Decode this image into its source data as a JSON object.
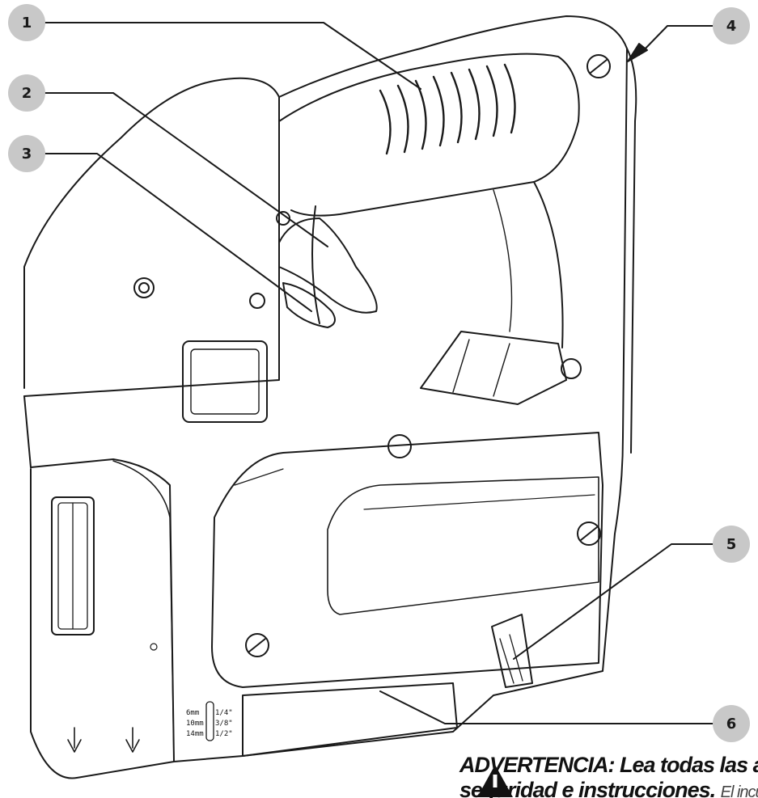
{
  "callouts": [
    "1",
    "2",
    "3",
    "4",
    "5",
    "6"
  ],
  "scale_marking": {
    "metric": [
      "6mm",
      "10mm",
      "14mm"
    ],
    "imperial": [
      "1/4\"",
      "3/8\"",
      "1/2\""
    ]
  },
  "warning": {
    "line1": "ADVERTENCIA: Lea todas las adver",
    "line2_bold": "seguridad e instrucciones.",
    "line2_tail": "El incum"
  },
  "colors": {
    "line": "#1a1a1a",
    "callout_badge": "#c8c8c8"
  }
}
